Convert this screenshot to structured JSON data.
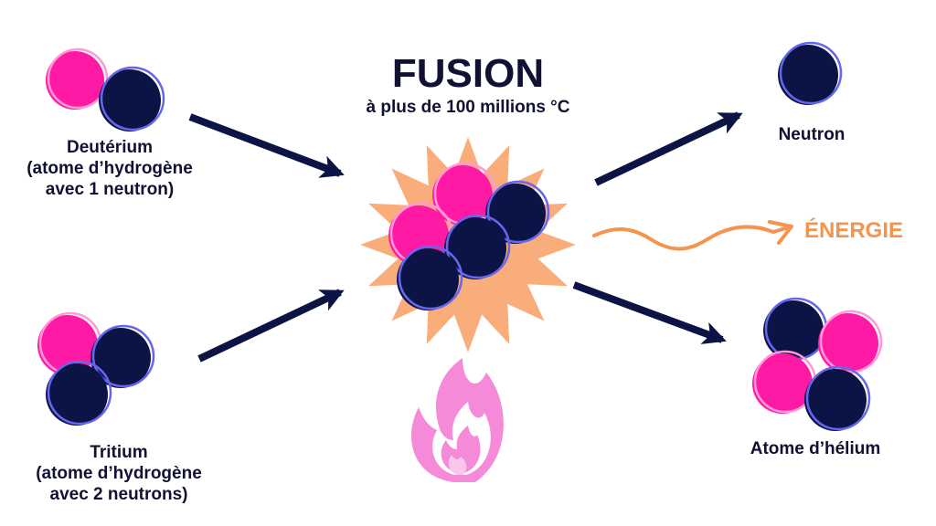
{
  "colors": {
    "proton": "#ff1aa6",
    "neutron": "#0c1446",
    "outline_proton": "#ff9ad5",
    "outline_neutron": "#6666ee",
    "arrow": "#0c1446",
    "energy": "#f4944e",
    "star": "#f9ad7a",
    "flame": "#f58ad8"
  },
  "title": "FUSION",
  "subtitle": "à plus de 100 millions °C",
  "deuterium": {
    "lines": [
      "Deutérium",
      "(atome d’hydrogène",
      "avec 1 neutron)"
    ]
  },
  "tritium": {
    "lines": [
      "Tritium",
      "(atome d’hydrogène",
      "avec 2 neutrons)"
    ]
  },
  "neutron_label": "Neutron",
  "helium_label": "Atome d’hélium",
  "energy_label": "ÉNERGIE",
  "icons": {
    "flame": "flame-icon",
    "star": "starburst-icon"
  }
}
